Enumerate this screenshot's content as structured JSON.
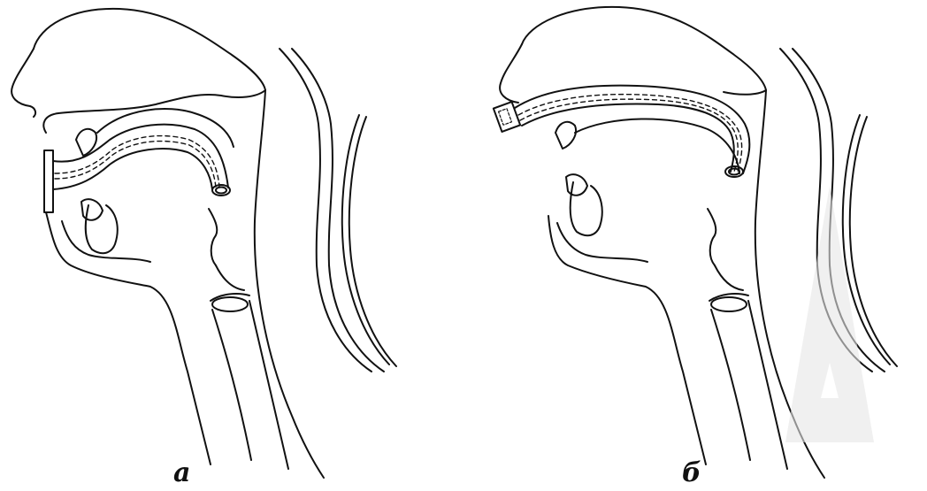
{
  "figure": {
    "panels": [
      {
        "id": "a",
        "label": "а"
      },
      {
        "id": "b",
        "label": "б"
      }
    ],
    "line_color": "#111111",
    "background_color": "#ffffff",
    "watermark_color": "#e6e6e6"
  }
}
